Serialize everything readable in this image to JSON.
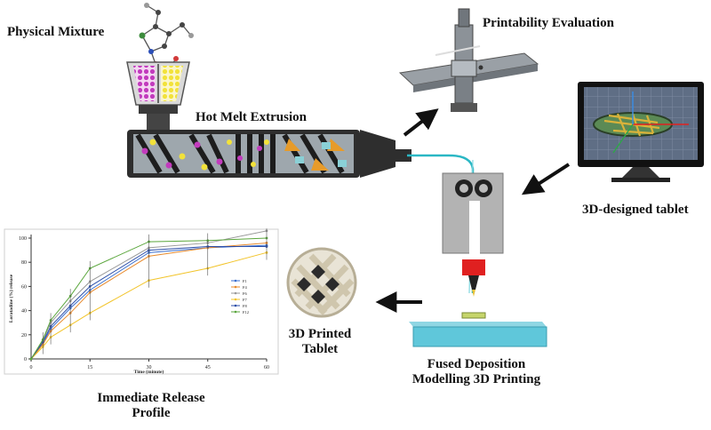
{
  "labels": {
    "physical_mixture": "Physical Mixture",
    "hot_melt_extrusion": "Hot Melt Extrusion",
    "printability_evaluation": "Printability Evaluation",
    "designed_tablet": "3D-designed tablet",
    "printed_tablet_line1": "3D Printed",
    "printed_tablet_line2": "Tablet",
    "fdm_line1": "Fused Deposition",
    "fdm_line2": "Modelling 3D Printing",
    "release_line1": "Immediate Release",
    "release_line2": "Profile"
  },
  "colors": {
    "filament": "#2ab7c4",
    "extruder_body": "#2e2e2e",
    "platform": "#5fc7da",
    "nozzle_block": "#e02020",
    "hopper_magenta": "#c23bbd",
    "hopper_yellow": "#f2e23a",
    "arrow": "#111111"
  },
  "chart_data": {
    "type": "line",
    "ylabel": "Loratadine (%) release",
    "xlabel": "Time (minute)",
    "xlim": [
      0,
      60
    ],
    "ylim": [
      0,
      100
    ],
    "xticks": [
      0,
      15,
      30,
      45,
      60
    ],
    "yticks": [
      0,
      20,
      40,
      60,
      80,
      100
    ],
    "legend_position": "right",
    "x": [
      0,
      3,
      5,
      10,
      15,
      30,
      45,
      60
    ],
    "series": [
      {
        "name": "F1",
        "color": "#3b6fcf",
        "values": [
          0,
          13,
          25,
          42,
          57,
          88,
          92,
          94
        ]
      },
      {
        "name": "F4",
        "color": "#e88b2e",
        "values": [
          0,
          12,
          23,
          38,
          55,
          85,
          92,
          96
        ]
      },
      {
        "name": "F6",
        "color": "#9a9a9a",
        "values": [
          0,
          15,
          30,
          48,
          64,
          92,
          96,
          106
        ]
      },
      {
        "name": "F7",
        "color": "#f2c42a",
        "values": [
          0,
          10,
          18,
          28,
          38,
          65,
          75,
          88
        ]
      },
      {
        "name": "F8",
        "color": "#2d4fa8",
        "values": [
          0,
          14,
          27,
          44,
          60,
          90,
          93,
          93
        ]
      },
      {
        "name": "F12",
        "color": "#5aa63c",
        "values": [
          0,
          16,
          32,
          52,
          75,
          97,
          98,
          100
        ]
      }
    ]
  }
}
